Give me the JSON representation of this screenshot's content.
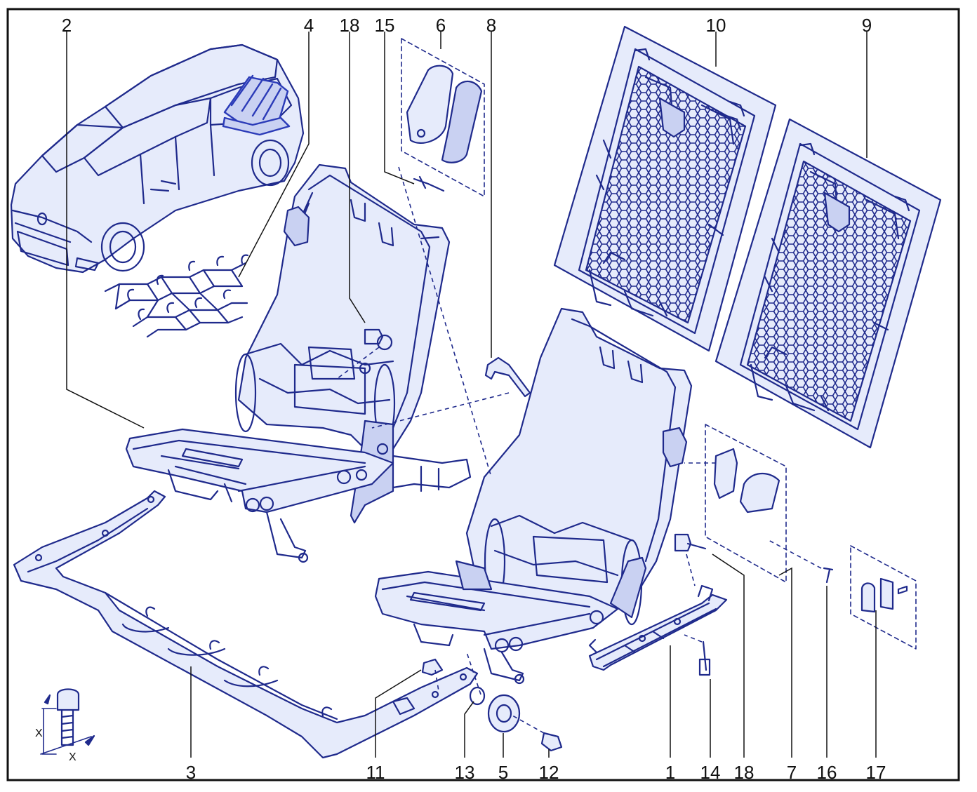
{
  "colors": {
    "line": "#1f2a8c",
    "fill": "#e6ebfb",
    "fill_dark": "#c9d1f2",
    "highlight": "#2b3bb8",
    "label": "#111111",
    "frame": "#111111"
  },
  "callouts": {
    "c1": "1",
    "c2": "2",
    "c3": "3",
    "c4": "4",
    "c5": "5",
    "c6": "6",
    "c7": "7",
    "c8": "8",
    "c9": "9",
    "c10": "10",
    "c11": "11",
    "c12": "12",
    "c13": "13",
    "c14": "14",
    "c15": "15",
    "c16": "16",
    "c17": "17",
    "c18a": "18",
    "c18b": "18"
  },
  "torque_legend": {
    "x1": "X",
    "x2": "X"
  }
}
